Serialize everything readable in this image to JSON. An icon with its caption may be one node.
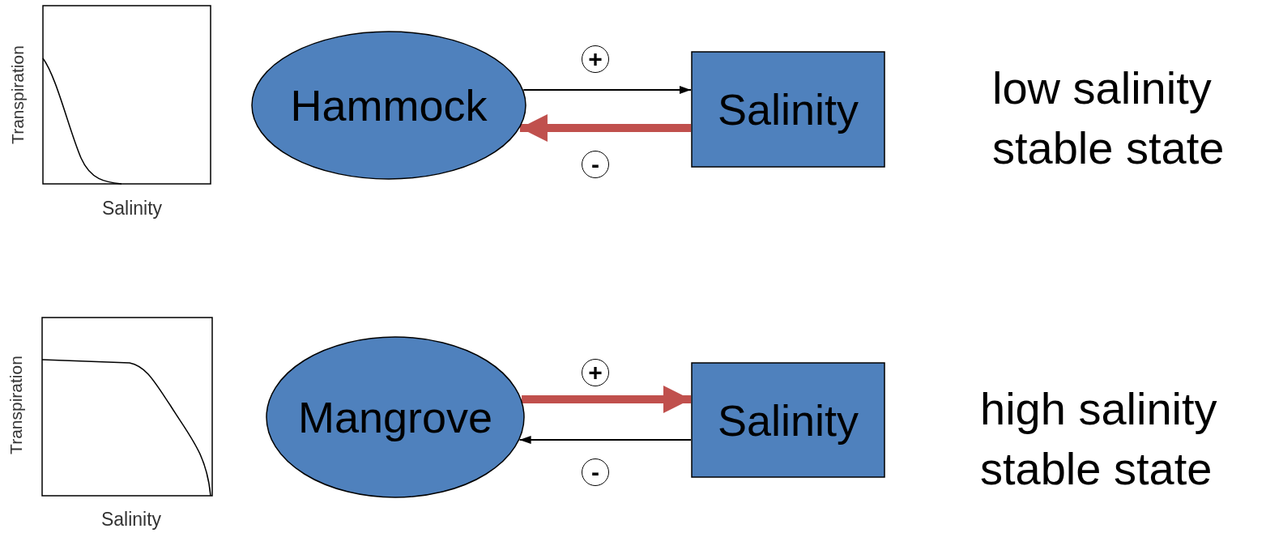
{
  "diagram": {
    "nodes": [
      {
        "text": [
          "Hammock"
        ]
      },
      {
        "text": [
          "Salinity"
        ]
      },
      {
        "text": [
          "Mangrove"
        ]
      },
      {
        "text": [
          "Salinity"
        ]
      }
    ],
    "edges": [
      {
        "from": 0,
        "to": 1,
        "arrow": "to",
        "label": "+"
      },
      {
        "from": 1,
        "to": 0,
        "arrow": "to",
        "label": "-",
        "style": "thick",
        "color": "#c0504d"
      },
      {
        "from": 2,
        "to": 3,
        "arrow": "to",
        "label": "+",
        "style": "thick",
        "color": "#c0504d"
      },
      {
        "from": 3,
        "to": 2,
        "arrow": "to",
        "label": "-"
      }
    ],
    "labels": [
      "Transpiration",
      "Salinity",
      "low salinity stable state",
      "Transpiration",
      "Salinity",
      "high salinity stable state"
    ]
  }
}
